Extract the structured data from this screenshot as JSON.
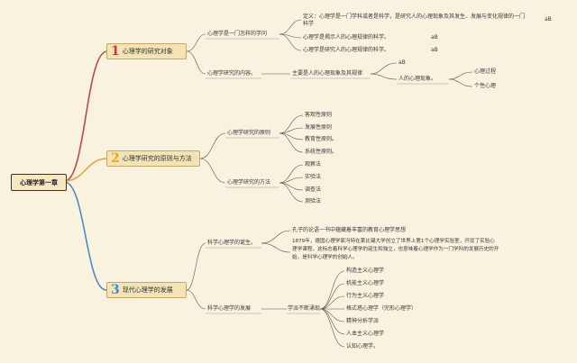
{
  "root": "心理学第一章",
  "branches": [
    {
      "num": "1",
      "label": "心理学的研究对象",
      "color": "#d9323a"
    },
    {
      "num": "2",
      "label": "心理学研究的原则与方法",
      "color": "#e7a528"
    },
    {
      "num": "3",
      "label": "现代心理学的发展",
      "color": "#3b8fd6"
    }
  ],
  "b1": {
    "what": "心理学是一门怎样的学问",
    "definition": "定义：心理学是一门学科或者是科学，是研究人的心理现象及其发生、发展与变化规律的一门科学",
    "leaf2": "心理学是揭示人的心理规律的科学。",
    "leaf3": "心理学是研究人的心理规律的科学。",
    "tag": "aB",
    "content": "心理学研究的内容。",
    "main": "主要是人的心理现象及其规律",
    "phenomenon": "人的心理现象。",
    "process": "心理过程",
    "personality": "个性心理"
  },
  "b2": {
    "principles": "心理学研究的原则",
    "principle_items": [
      "客观性原则",
      "发展性原则",
      "教育性原则。",
      "系统性原则。"
    ],
    "methods": "心理学研究的方法",
    "method_items": [
      "观察法",
      "实验法",
      "调查法",
      "测验法"
    ]
  },
  "b3": {
    "birth": "科学心理学的诞生。",
    "confucius": "孔子的论语一书中蕴藏着丰富的教育心理学思想",
    "wundt": "1879年，德国心理学家冯特在莱比锡大学创立了世界上第1个心理学实验室，开设了实验心理学课程。这标志着科学心理学的诞生和独立，也意味着心理学作为一门学科的发展历史的开始，是科学心理学的创始人。",
    "development": "科学心理学的发展",
    "emerging": "学派不断涌现",
    "schools": [
      "构造主义心理学",
      "机能主义心理学",
      "行为主义心理学",
      "格式塔心理学（完形心理学）",
      "精神分析学派",
      "人本主义心理学",
      "认知心理学。"
    ]
  }
}
